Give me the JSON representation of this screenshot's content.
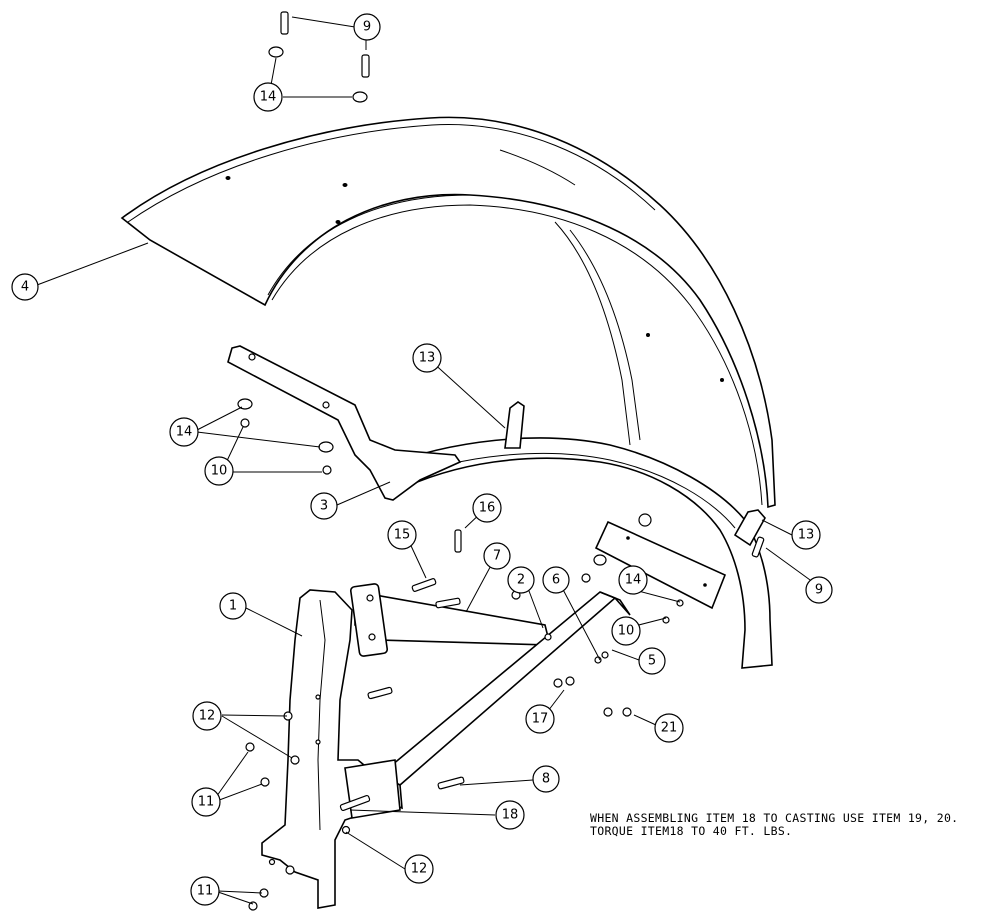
{
  "callouts": {
    "c9a": "9",
    "c14a": "14",
    "c4": "4",
    "c13a": "13",
    "c14b": "14",
    "c10a": "10",
    "c3": "3",
    "c16": "16",
    "c15": "15",
    "c7": "7",
    "c2": "2",
    "c6": "6",
    "c14c": "14",
    "c13b": "13",
    "c9b": "9",
    "c1": "1",
    "c10b": "10",
    "c5": "5",
    "c12a": "12",
    "c17": "17",
    "c21": "21",
    "c11a": "11",
    "c8": "8",
    "c18": "18",
    "c12b": "12",
    "c11b": "11"
  },
  "note": {
    "line1": "WHEN ASSEMBLING ITEM 18 TO CASTING USE ITEM 19, 20.",
    "line2": "TORQUE ITEM18 TO 40 FT. LBS."
  }
}
